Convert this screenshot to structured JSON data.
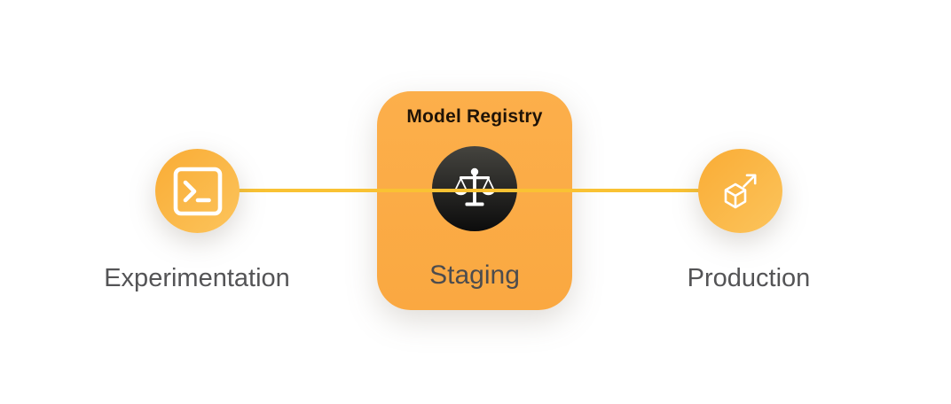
{
  "diagram": {
    "registry": {
      "title": "Model Registry"
    },
    "stages": {
      "experimentation": {
        "label": "Experimentation"
      },
      "staging": {
        "label": "Staging"
      },
      "production": {
        "label": "Production"
      }
    },
    "icons": {
      "experimentation": "terminal-icon",
      "registry": "balance-scale-icon",
      "production": "cube-deploy-arrow-icon"
    },
    "colors": {
      "node_gradient_start": "#F9AC35",
      "node_gradient_end": "#FCC45C",
      "registry_card": "#FBAB44",
      "connector_line": "#F9C233",
      "registry_badge_top": "#45443F",
      "registry_badge_bottom": "#0C0C0C",
      "stage_label_text": "#545456",
      "staging_label_text": "#4C4C4E",
      "registry_title_text": "#1F1307",
      "icon_stroke": "#FFFFFF"
    }
  }
}
